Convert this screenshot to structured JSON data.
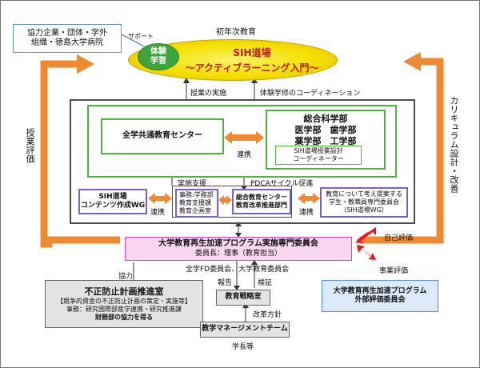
{
  "top": {
    "label": "初年次教育",
    "sih_title": "SIH道場",
    "sih_subtitle": "～アクティブラーニング入門～",
    "taiken_line1": "体験",
    "taiken_line2": "学習",
    "support_label": "サポート",
    "partners_line1": "協力企業・団体・学外",
    "partners_line2": "組織・徳島大学病院"
  },
  "side": {
    "left_vertical": "授業評価",
    "right_vertical": "カリキュラム設計・改善"
  },
  "middle": {
    "jugyo_jisshi": "授業の実施",
    "taiken_coord": "体験学修のコーディネーション",
    "center_common": "全学共通教育センター",
    "renkei_main": "連携",
    "faculty_title": "総合科学部",
    "faculty_row1": "医学部　歯学部",
    "faculty_row2": "薬学部　工学部",
    "coord_line1": "SIH道場授業設計",
    "coord_line2": "コーディネーター",
    "jisshi_shien": "実施支援",
    "pdca": "PDCAサイクル促進",
    "wg_line1": "SIH道場",
    "wg_line2": "コンテンツ作成WG",
    "renkei_a": "連携",
    "jimu_line1": "事務:学務部",
    "jimu_line2": "教育支援課",
    "jimu_line3": "教育企画室",
    "center2_line1": "総合教育センター",
    "center2_line2": "教育改革推進部門",
    "renkei_b": "連携",
    "faculty_wg_line1": "教育について考え提案する",
    "faculty_wg_line2": "学生・教職員専門委員会",
    "faculty_wg_line3": "（SIH道場WG）"
  },
  "committee": {
    "line1": "大学教育再生加速プログラム実施専門委員会",
    "line2": "委員長：理事（教育担当）",
    "self_eval": "自己評価",
    "fd": "全学FD委員会、大学教育委員会",
    "kyoryoku": "協力"
  },
  "bottom": {
    "fusei_title": "不正防止計画推進室",
    "fusei_line2": "【競争的資金の不正防止計画の策定・実施等】",
    "fusei_line3": "事務：研究国際部産学連携・研究推進課",
    "fusei_line4": "財務部の協力を得る",
    "hokoku": "報告",
    "kensho": "検証",
    "senryaku": "教育戦略室",
    "kaikaku": "改革方針",
    "management": "教学マネージメントチーム",
    "gakucho": "学長等",
    "jigyo_hyoka": "事業評価",
    "external_line1": "大学教育再生加速プログラム",
    "external_line2": "外部評価委員会"
  },
  "colors": {
    "orange": "#f08a32",
    "red_arrow": "#e8151b",
    "green_border": "#55b043",
    "purple_border": "#7b62c4",
    "pink_fill": "#fad7f0",
    "blue_border": "#5b8fd6",
    "yellow_fill": "#f4e000"
  }
}
